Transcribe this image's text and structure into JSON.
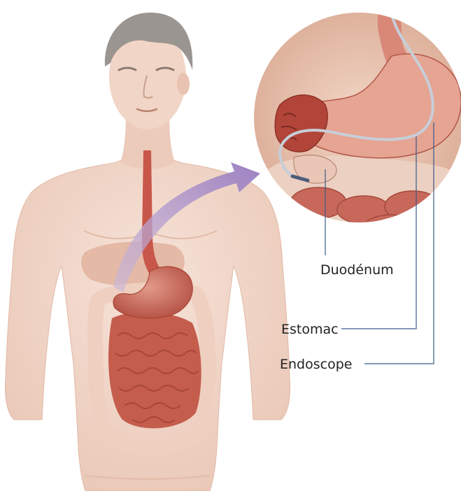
{
  "labels": {
    "duodenum": "Duodénum",
    "estomac": "Estomac",
    "endoscope": "Endoscope"
  },
  "colors": {
    "skin": "#f3d9cc",
    "skin_shadow": "#e7c1ae",
    "hair": "#9a9490",
    "stomach": "#c9675a",
    "intestine": "#b85a4a",
    "colon": "#efcfc0",
    "arrow": "#a98fc7",
    "leader_line": "#3a5a88"
  }
}
